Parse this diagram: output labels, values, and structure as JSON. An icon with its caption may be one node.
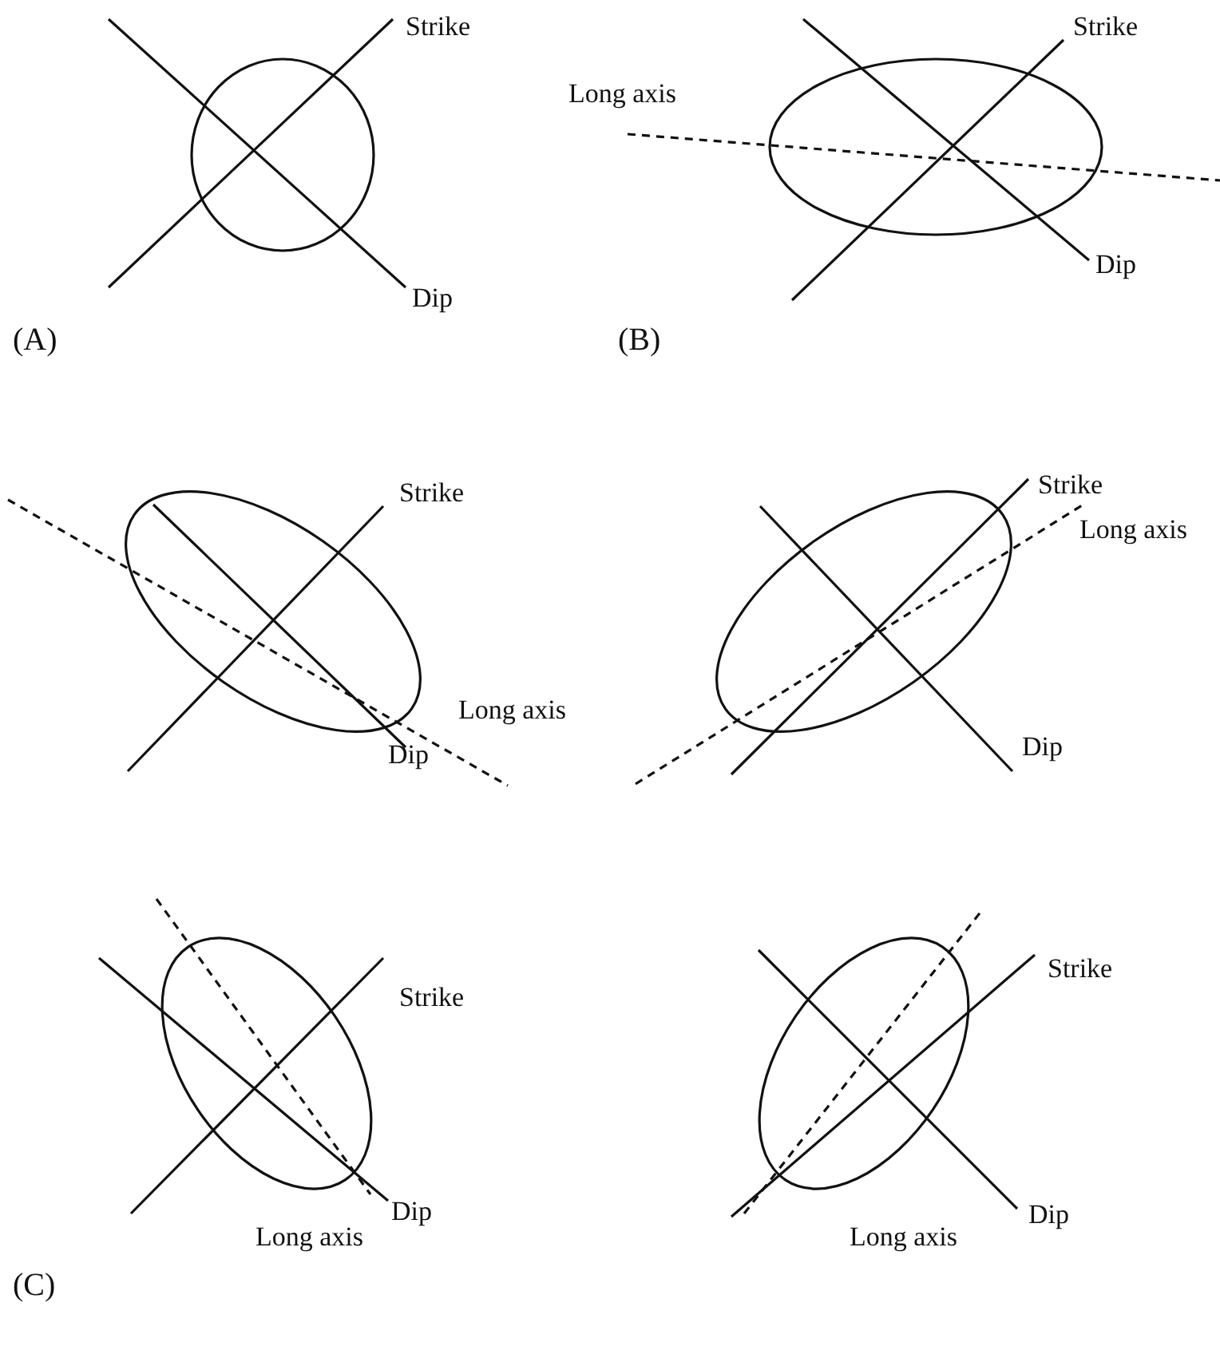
{
  "diagram": {
    "labels": [
      "Strike",
      "Dip",
      "(A)",
      "Strike",
      "Long axis",
      "Dip",
      "(B)",
      "Strike",
      "Long axis",
      "Dip",
      "Strike",
      "Long axis",
      "Dip",
      "Strike",
      "Dip",
      "Long axis",
      "Strike",
      "Dip",
      "Long axis",
      "(C)"
    ]
  }
}
